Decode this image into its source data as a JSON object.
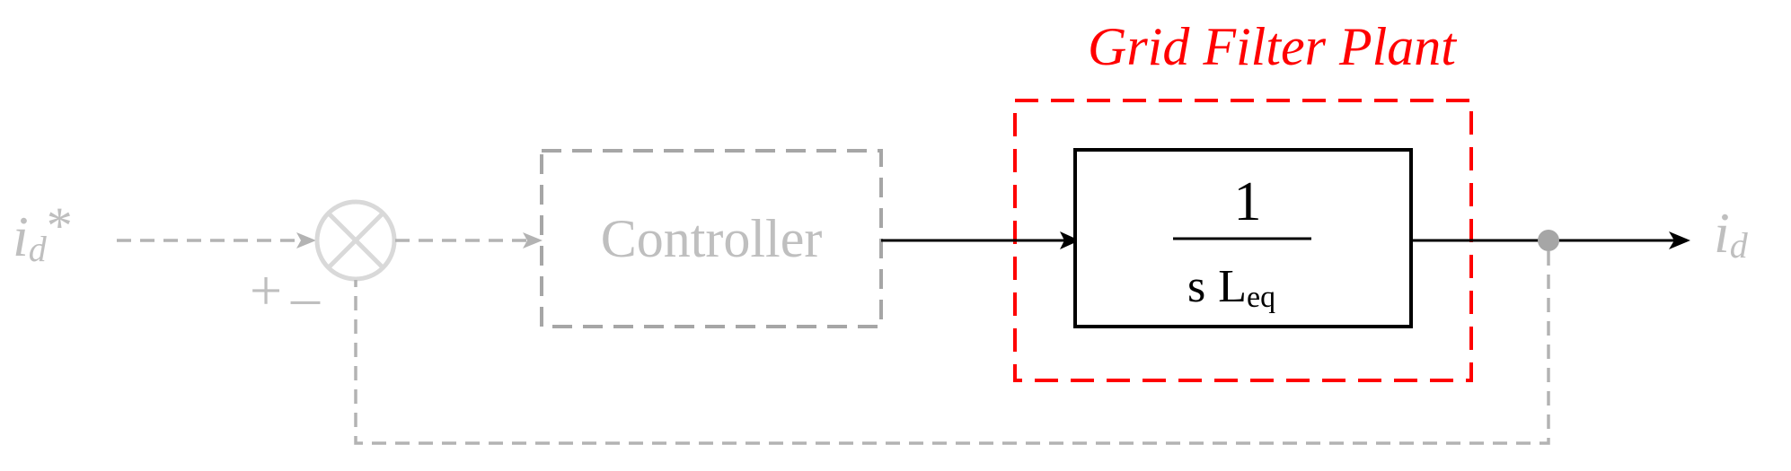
{
  "plant_label": "Grid Filter Plant",
  "input_signal": {
    "main": "i",
    "sub": "d",
    "sup": "*"
  },
  "output_signal": {
    "main": "i",
    "sub": "d"
  },
  "controller_label": "Controller",
  "sum_signs": {
    "plus": "+",
    "minus": "–"
  },
  "transfer_function": {
    "numerator": "1",
    "denominator_s": "s",
    "denominator_L": "L",
    "denominator_sub": "eq"
  },
  "colors": {
    "inactive": "#b3b3b3",
    "active": "#000000",
    "highlight": "#ff0000",
    "node": "#a6a6a6"
  }
}
